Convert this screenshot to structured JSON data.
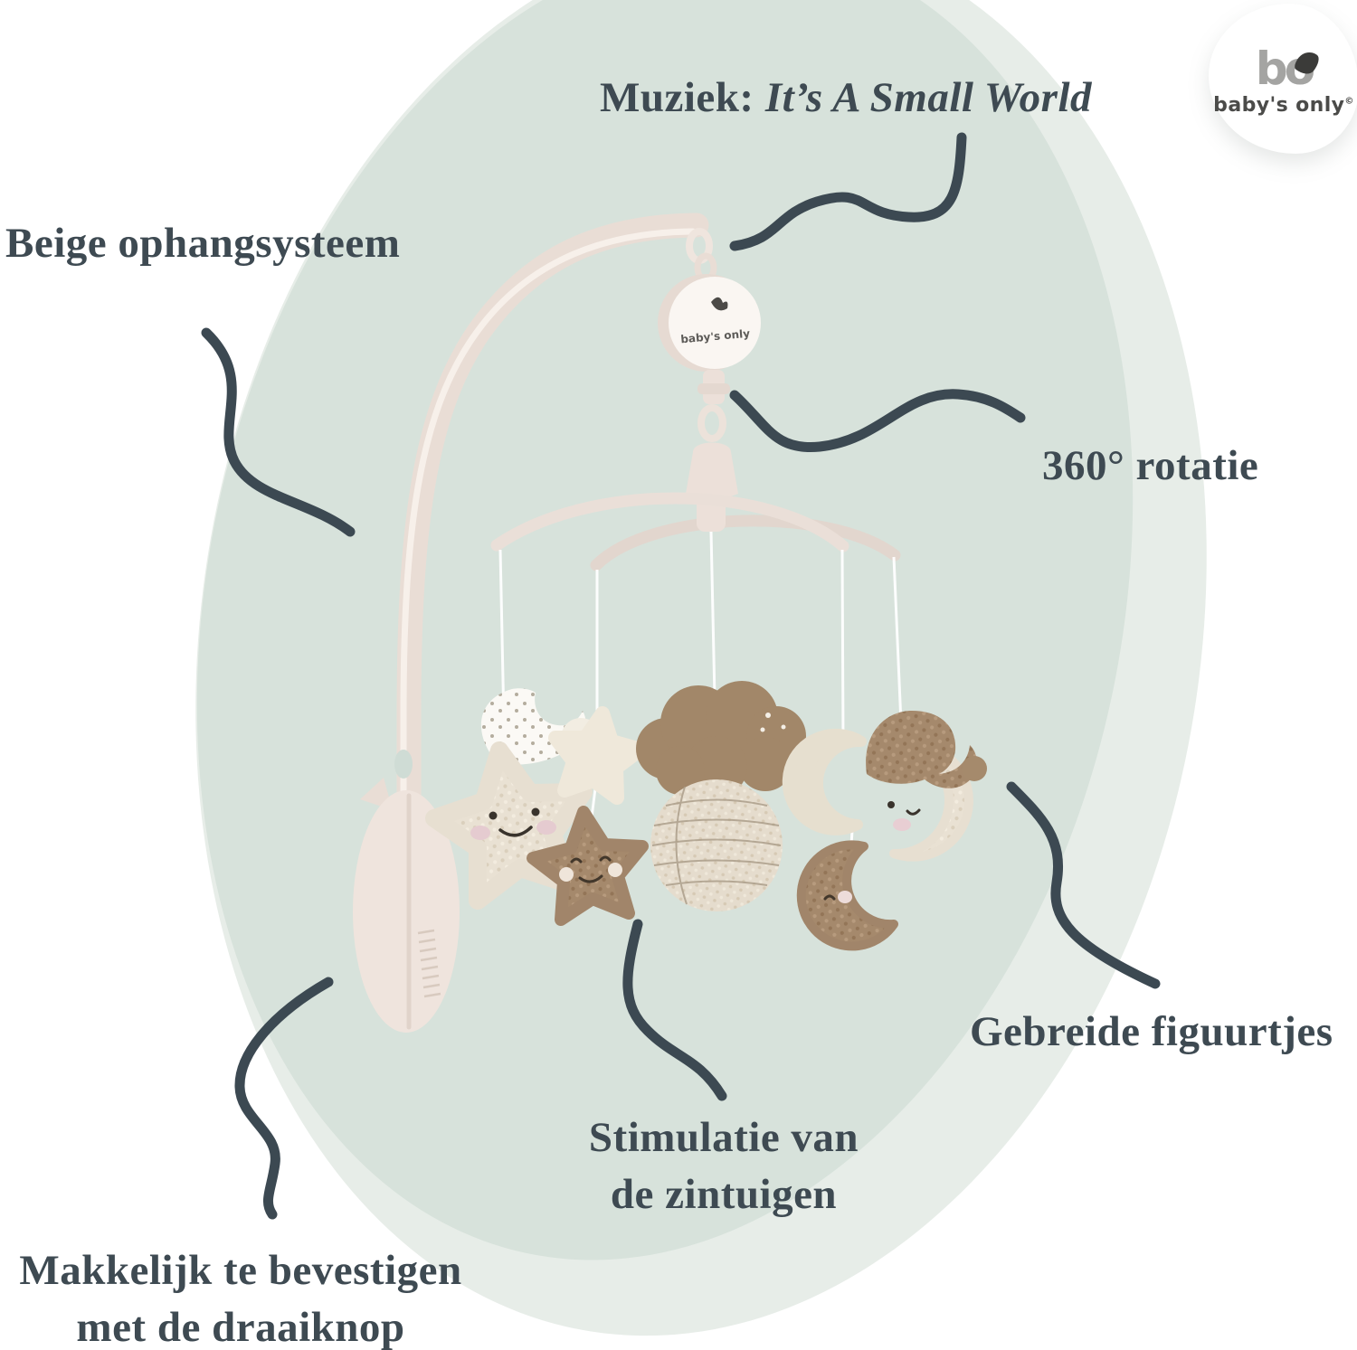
{
  "brand_badge": {
    "monogram_b": "b",
    "monogram_o": "o",
    "name": "baby's only",
    "trademark": "©"
  },
  "product": {
    "music_box_brand": "baby's only"
  },
  "labels": {
    "music_prefix": "Muziek:",
    "music_title": "It’s A Small World",
    "hanging_system": "Beige ophangsysteem",
    "rotation": "360° rotatie",
    "knitted_figures": "Gebreide figuurtjes",
    "senses_line1": "Stimulatie van",
    "senses_line2": "de zintuigen",
    "attach_line1": "Makkelijk te bevestigen",
    "attach_line2": "met de draaiknop"
  },
  "colors": {
    "text": "#3E4A52",
    "connector_line": "#3C4952",
    "background_inner_blob": "#D7E2DB",
    "background_outer_blob": "#E7EDE8",
    "beige_plastic": "#EADFD7",
    "knit_cream": "#E9E1D3",
    "knit_brown": "#A5896C",
    "badge_background": "#FFFFFF"
  }
}
